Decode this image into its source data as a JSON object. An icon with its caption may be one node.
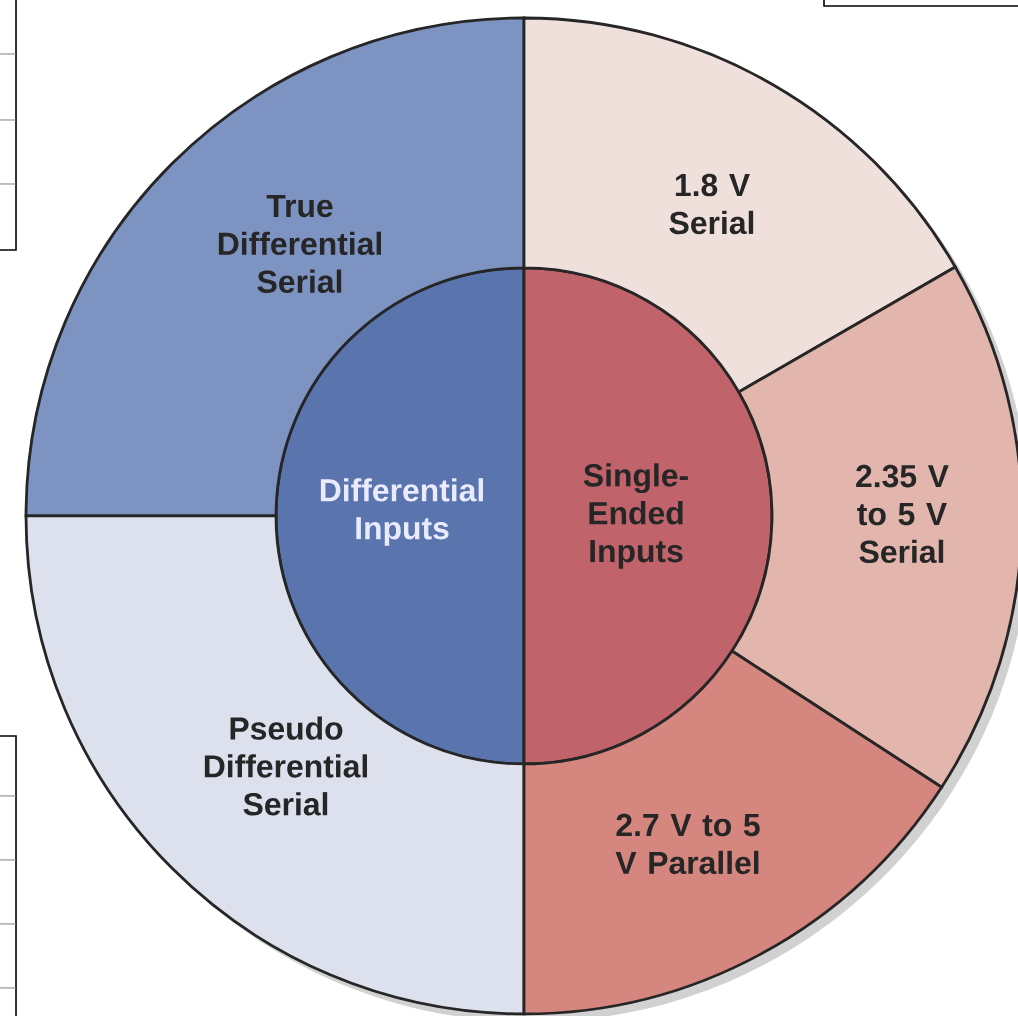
{
  "diagram": {
    "nodes": [
      {
        "text": [
          "Differential Inputs"
        ]
      },
      {
        "text": [
          "Single-Ended Inputs"
        ]
      },
      {
        "text": [
          "True Differential Serial"
        ]
      },
      {
        "text": [
          "Pseudo Differential Serial"
        ]
      },
      {
        "text": [
          "1.8 V Serial"
        ]
      },
      {
        "text": [
          "2.35 V to 5 V Serial"
        ]
      },
      {
        "text": [
          "2.7 V to 5 V Parallel"
        ]
      }
    ]
  }
}
